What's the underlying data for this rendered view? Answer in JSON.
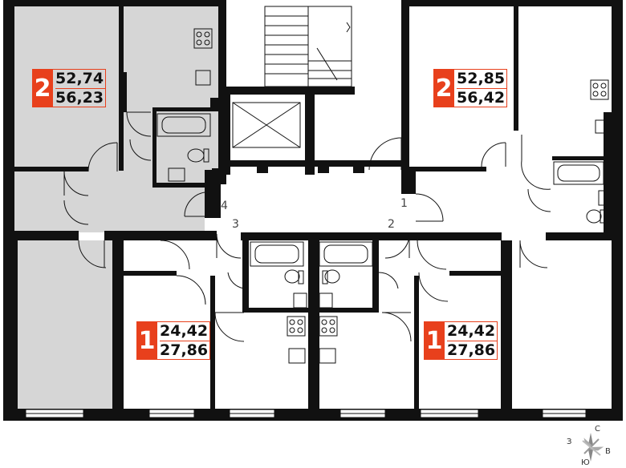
{
  "apartments": [
    {
      "rooms": "2",
      "living_area": "52,74",
      "total_area": "56,23",
      "highlighted": true
    },
    {
      "rooms": "2",
      "living_area": "52,85",
      "total_area": "56,42",
      "highlighted": false
    },
    {
      "rooms": "1",
      "living_area": "24,42",
      "total_area": "27,86",
      "highlighted": false
    },
    {
      "rooms": "1",
      "living_area": "24,42",
      "total_area": "27,86",
      "highlighted": false
    }
  ],
  "entrance_numbers": [
    "1",
    "2",
    "3",
    "4"
  ],
  "compass": {
    "north": "С",
    "east": "В",
    "west": "З",
    "south": "Ю"
  },
  "colors": {
    "wall": "#111111",
    "highlight_fill": "#d6d6d6",
    "badge": "#e8401c",
    "fixture": "#555555"
  }
}
